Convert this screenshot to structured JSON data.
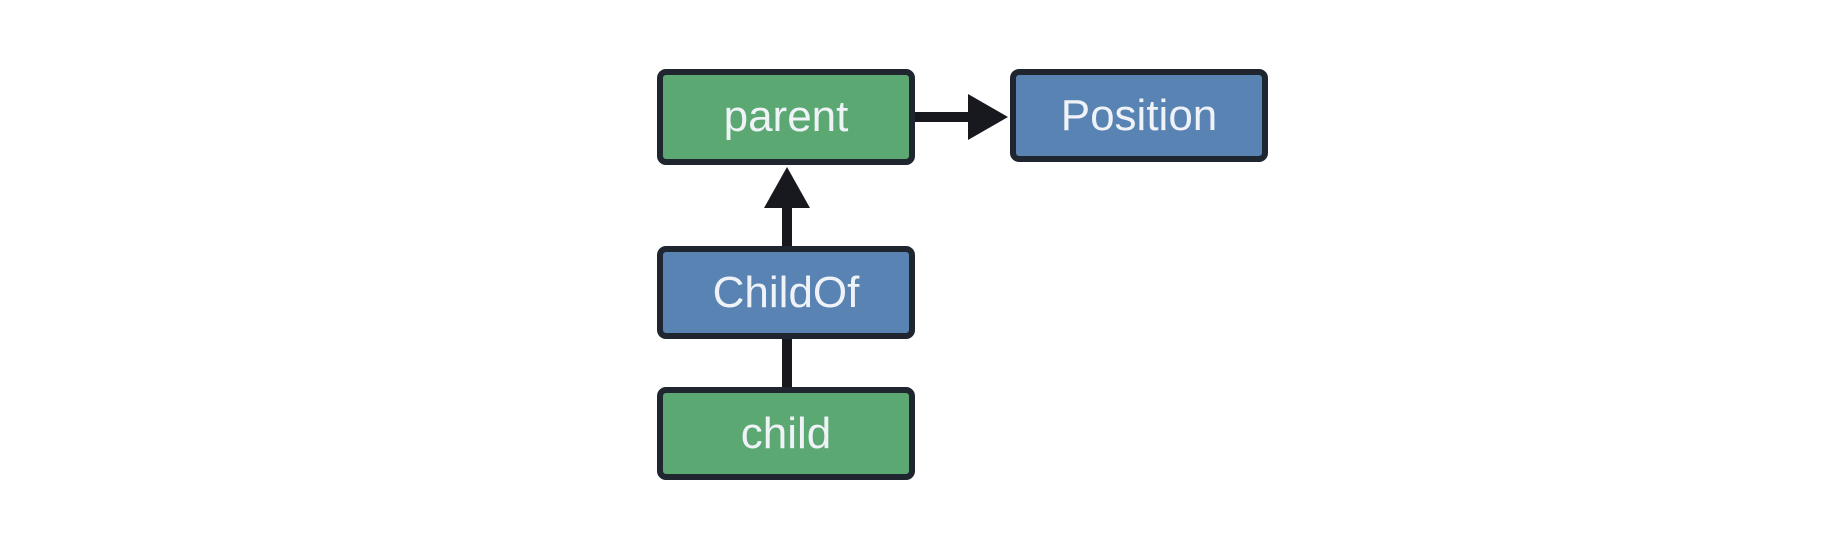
{
  "diagram": {
    "background": "#ffffff",
    "colors": {
      "entity_fill": "#5ca873",
      "relation_fill": "#5883b3",
      "node_border": "#20262f",
      "edge_stroke": "#17191f",
      "label_text": "#eff3f8"
    },
    "nodes": [
      {
        "id": "parent",
        "label": "parent",
        "kind": "entity"
      },
      {
        "id": "position",
        "label": "Position",
        "kind": "component"
      },
      {
        "id": "childof",
        "label": "ChildOf",
        "kind": "relationship"
      },
      {
        "id": "child",
        "label": "child",
        "kind": "entity"
      }
    ],
    "edges": [
      {
        "from": "parent",
        "to": "Position",
        "style": "arrow"
      },
      {
        "from": "ChildOf",
        "to": "parent",
        "style": "arrow"
      },
      {
        "from": "child",
        "to": "ChildOf",
        "style": "line"
      }
    ]
  }
}
